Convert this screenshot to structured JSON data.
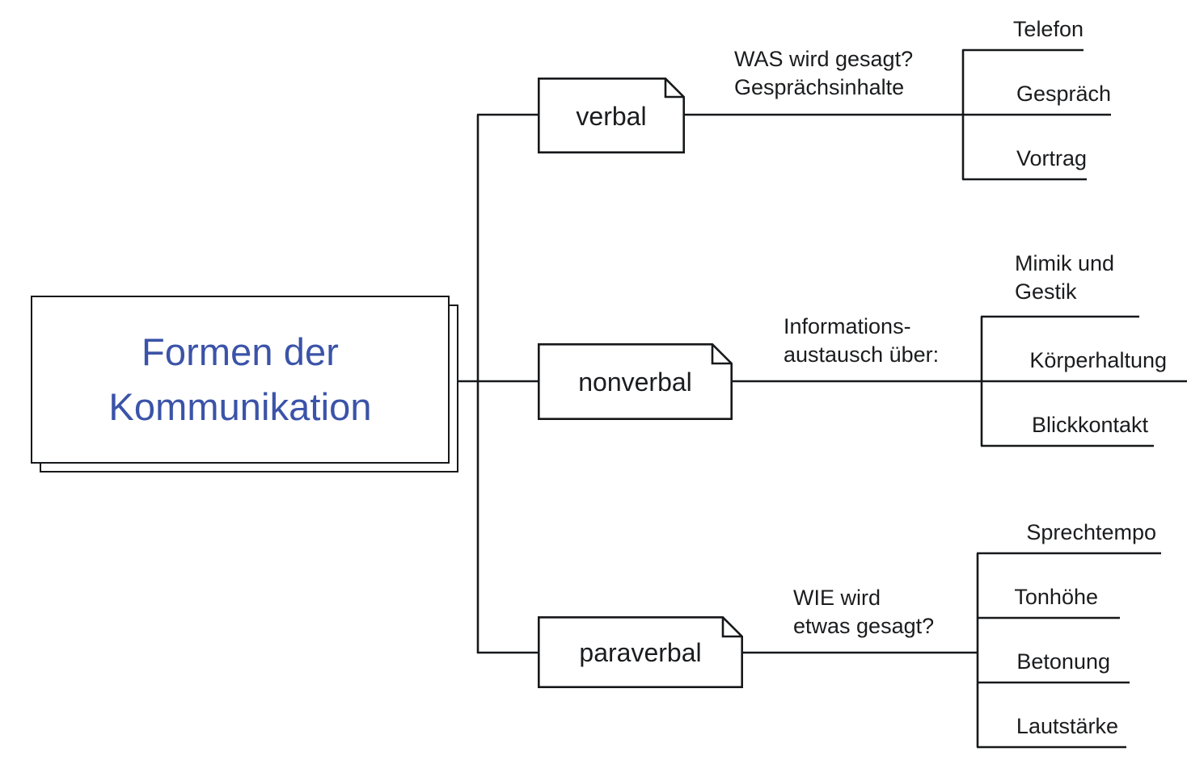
{
  "diagram": {
    "title": "Formen der Kommunikation",
    "type": "mindmap",
    "root": {
      "label_line1": "Formen der",
      "label_line2": "Kommunikation",
      "text_color": "#3b53a8",
      "shape": "stacked-rectangle"
    },
    "branches": [
      {
        "id": "verbal",
        "node_label": "verbal",
        "node_shape": "document",
        "mid_label_line1": "WAS wird gesagt?",
        "mid_label_line2": "Gesprächsinhalte",
        "leaves": [
          {
            "label_line1": "Telefon",
            "label_line2": ""
          },
          {
            "label_line1": "Gespräch",
            "label_line2": ""
          },
          {
            "label_line1": "Vortrag",
            "label_line2": ""
          }
        ]
      },
      {
        "id": "nonverbal",
        "node_label": "nonverbal",
        "node_shape": "document",
        "mid_label_line1": "Informations-",
        "mid_label_line2": "austausch über:",
        "leaves": [
          {
            "label_line1": "Mimik und",
            "label_line2": "Gestik"
          },
          {
            "label_line1": "Körperhaltung",
            "label_line2": ""
          },
          {
            "label_line1": "Blickkontakt",
            "label_line2": ""
          }
        ]
      },
      {
        "id": "paraverbal",
        "node_label": "paraverbal",
        "node_shape": "document",
        "mid_label_line1": "WIE wird",
        "mid_label_line2": "etwas gesagt?",
        "leaves": [
          {
            "label_line1": "Sprechtempo",
            "label_line2": ""
          },
          {
            "label_line1": "Tonhöhe",
            "label_line2": ""
          },
          {
            "label_line1": "Betonung",
            "label_line2": ""
          },
          {
            "label_line1": "Lautstärke",
            "label_line2": ""
          }
        ]
      }
    ],
    "colors": {
      "stroke": "#17181a",
      "root_text": "#3b53a8",
      "node_text": "#1b1c1e",
      "background": "#ffffff"
    }
  }
}
